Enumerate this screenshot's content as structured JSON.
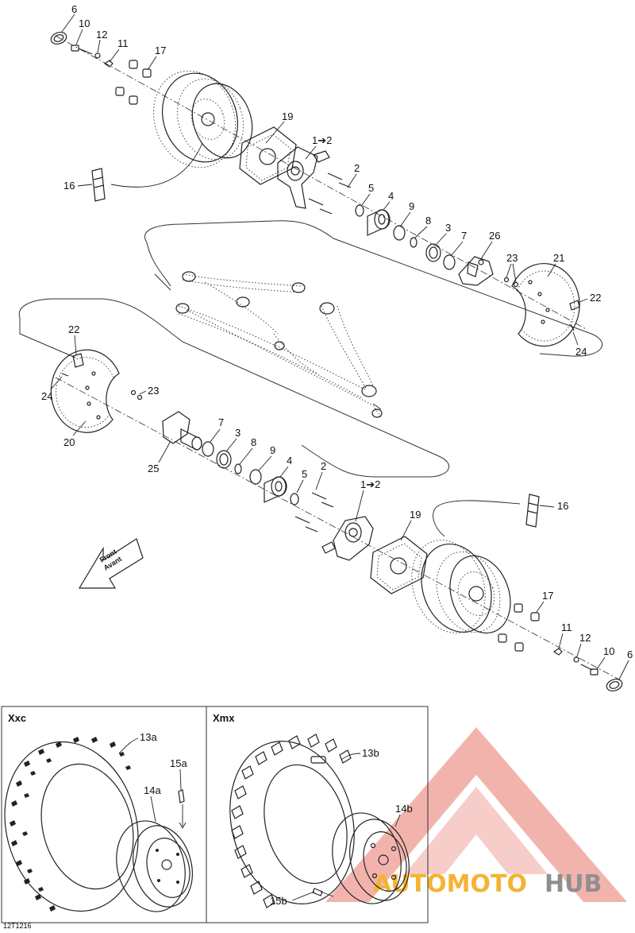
{
  "diagram": {
    "ref_code": "12T1216",
    "front_arrow": {
      "line1": "Front",
      "line2": "Avant"
    },
    "panels": [
      {
        "title": "Xxc"
      },
      {
        "title": "Xmx"
      }
    ],
    "watermark": {
      "text_a": "AUTOMOTO",
      "text_b": "HUB",
      "color_a": "#f5b335",
      "color_b": "#9a9a9a",
      "mark_color": "#e8584d"
    },
    "labels": {
      "p6_top": "6",
      "p10_top": "10",
      "p12_top": "12",
      "p11_top": "11",
      "p17_top": "17",
      "p19_top": "19",
      "p1to2_top": "1➔2",
      "p2_top": "2",
      "p16_top": "16",
      "p5_top": "5",
      "p4_top": "4",
      "p9_top": "9",
      "p8_top": "8",
      "p3_top": "3",
      "p7_top": "7",
      "p26": "26",
      "p23_right": "23",
      "p21": "21",
      "p22_right": "22",
      "p24_right": "24",
      "p22_left": "22",
      "p24_left": "24",
      "p23_left": "23",
      "p20": "20",
      "p7_bot": "7",
      "p3_bot": "3",
      "p8_bot": "8",
      "p9_bot": "9",
      "p25": "25",
      "p4_bot": "4",
      "p2_bot": "2",
      "p5_bot": "5",
      "p1to2_bot": "1➔2",
      "p19_bot": "19",
      "p16_bot": "16",
      "p17_bot": "17",
      "p11_bot": "11",
      "p12_bot": "12",
      "p10_bot": "10",
      "p6_bot": "6",
      "p13a": "13a",
      "p15a": "15a",
      "p14a": "14a",
      "p13b": "13b",
      "p14b": "14b",
      "p15b": "15b"
    }
  }
}
